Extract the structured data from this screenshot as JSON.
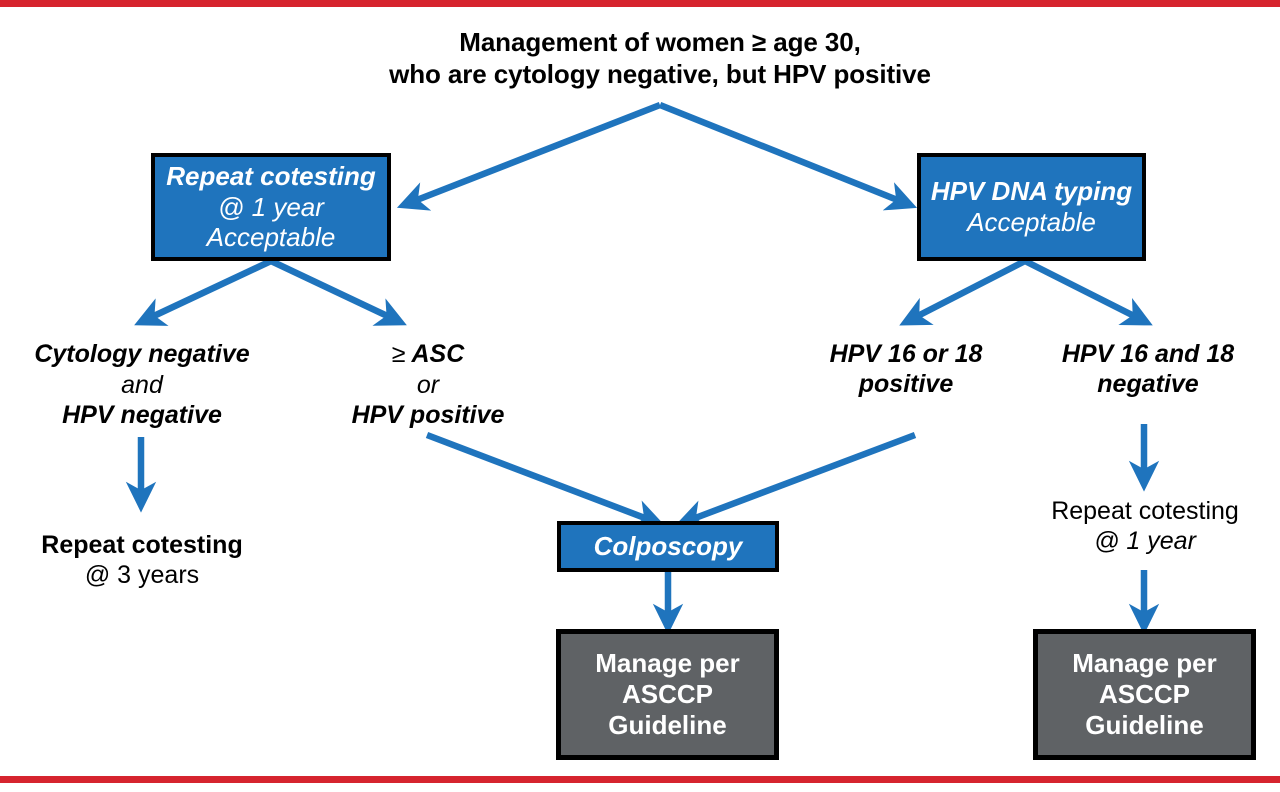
{
  "figure": {
    "kind": "clinical-management-flowchart",
    "colors": {
      "rule": "#d6242e",
      "process_box_fill": "#1f74bd",
      "terminal_box_fill": "#5f6265",
      "arrow": "#1f74bd",
      "box_border": "#000000",
      "text_on_box": "#ffffff",
      "text": "#000000"
    }
  },
  "title": {
    "line1": "Management of women ≥ age 30,",
    "line2": "who are cytology negative, but HPV positive"
  },
  "nodes": {
    "repeat_cotesting_1yr": {
      "line1": "Repeat cotesting",
      "line2": "@ 1 year",
      "line3": "Acceptable"
    },
    "hpv_dna_typing": {
      "line1": "HPV DNA typing",
      "line2": "Acceptable"
    },
    "cytology_neg_hpv_neg": {
      "line1": "Cytology negative",
      "line2": "and",
      "line3": "HPV negative"
    },
    "asc_or_hpv_pos": {
      "op": "≥",
      "line1": "ASC",
      "line2": "or",
      "line3": "HPV positive"
    },
    "hpv_16_or_18_positive": {
      "line1": "HPV 16 or 18",
      "line2": "positive"
    },
    "hpv_16_and_18_negative": {
      "line1": "HPV 16 and 18",
      "line2": "negative"
    },
    "repeat_cotesting_3yr": {
      "line1": "Repeat cotesting",
      "line2": "@ 3 years"
    },
    "repeat_cotesting_1yr_right": {
      "line1": "Repeat cotesting",
      "line2": "@ 1 year"
    },
    "colposcopy": {
      "label": "Colposcopy"
    },
    "manage_asccp_center": {
      "line1": "Manage per",
      "line2": "ASCCP",
      "line3": "Guideline"
    },
    "manage_asccp_right": {
      "line1": "Manage per",
      "line2": "ASCCP",
      "line3": "Guideline"
    }
  }
}
